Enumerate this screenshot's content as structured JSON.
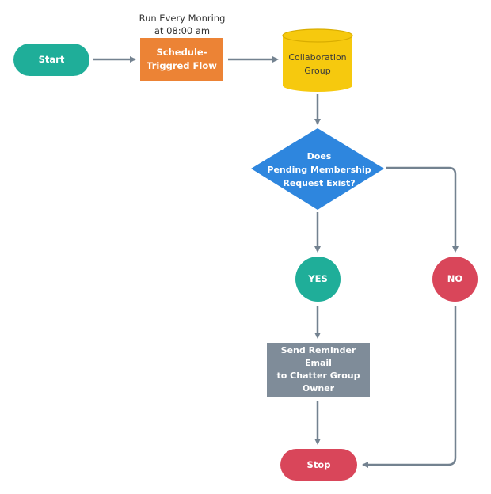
{
  "nodes": {
    "start": "Start",
    "schedule_note": "Run Every Monring\nat 08:00 am",
    "schedule": "Schedule-\nTriggred Flow",
    "collaboration_group": "Collaboration\nGroup",
    "decision": "Does\nPending Membership\nRequest Exist?",
    "yes": "YES",
    "no": "NO",
    "send_email": "Send Reminder Email\nto Chatter Group\nOwner",
    "stop": "Stop"
  },
  "colors": {
    "teal": "#1fae99",
    "orange": "#ec8335",
    "yellow": "#f6c90e",
    "blue": "#2e86de",
    "red": "#d9465a",
    "gray": "#7f8c99",
    "connector": "#738290"
  }
}
